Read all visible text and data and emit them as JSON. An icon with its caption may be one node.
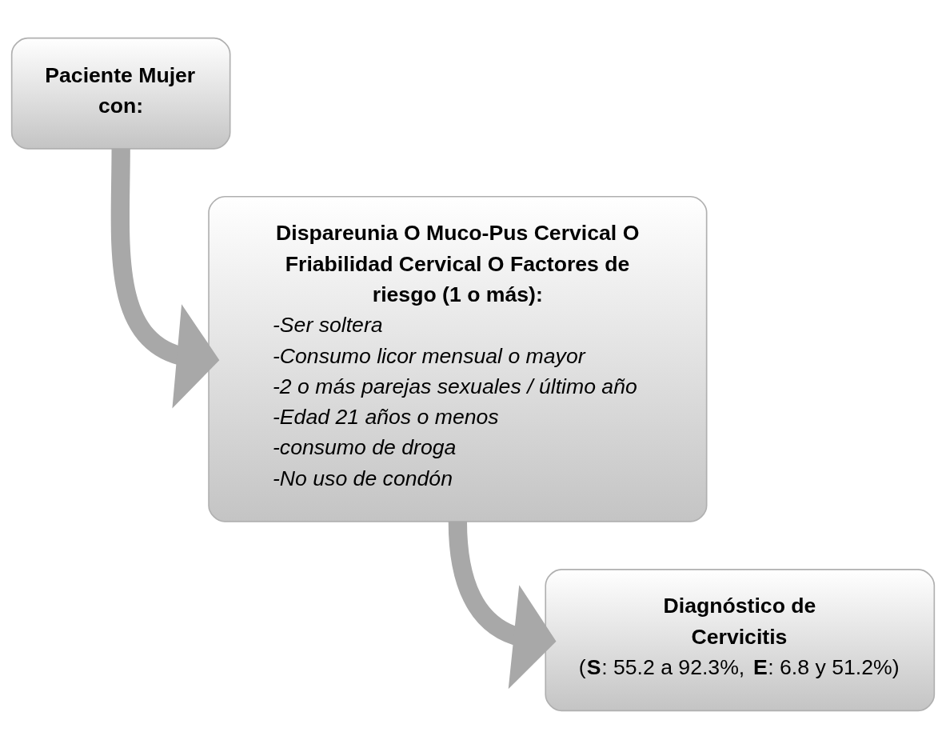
{
  "diagram": {
    "nodes": [
      {
        "text": [
          "Paciente Mujer con:"
        ]
      },
      {
        "text": [
          "Dispareunia O Muco-Pus Cervical O Friabilidad Cervical O Factores de riesgo (1 o más):",
          "-Ser soltera",
          "-Consumo licor mensual o mayor",
          "-2 o más parejas sexuales / último año",
          "-Edad 21 años o menos",
          "-consumo de droga",
          "-No uso de condón"
        ]
      },
      {
        "text": [
          "Diagnóstico de Cervicitis",
          "(**S**: 55.2 a 92.3%, **E**: 6.8 y 51.2%)"
        ]
      }
    ],
    "edges": [
      {
        "from": 0,
        "to": 1,
        "arrow": "to"
      },
      {
        "from": 1,
        "to": 2,
        "arrow": "to"
      }
    ]
  }
}
